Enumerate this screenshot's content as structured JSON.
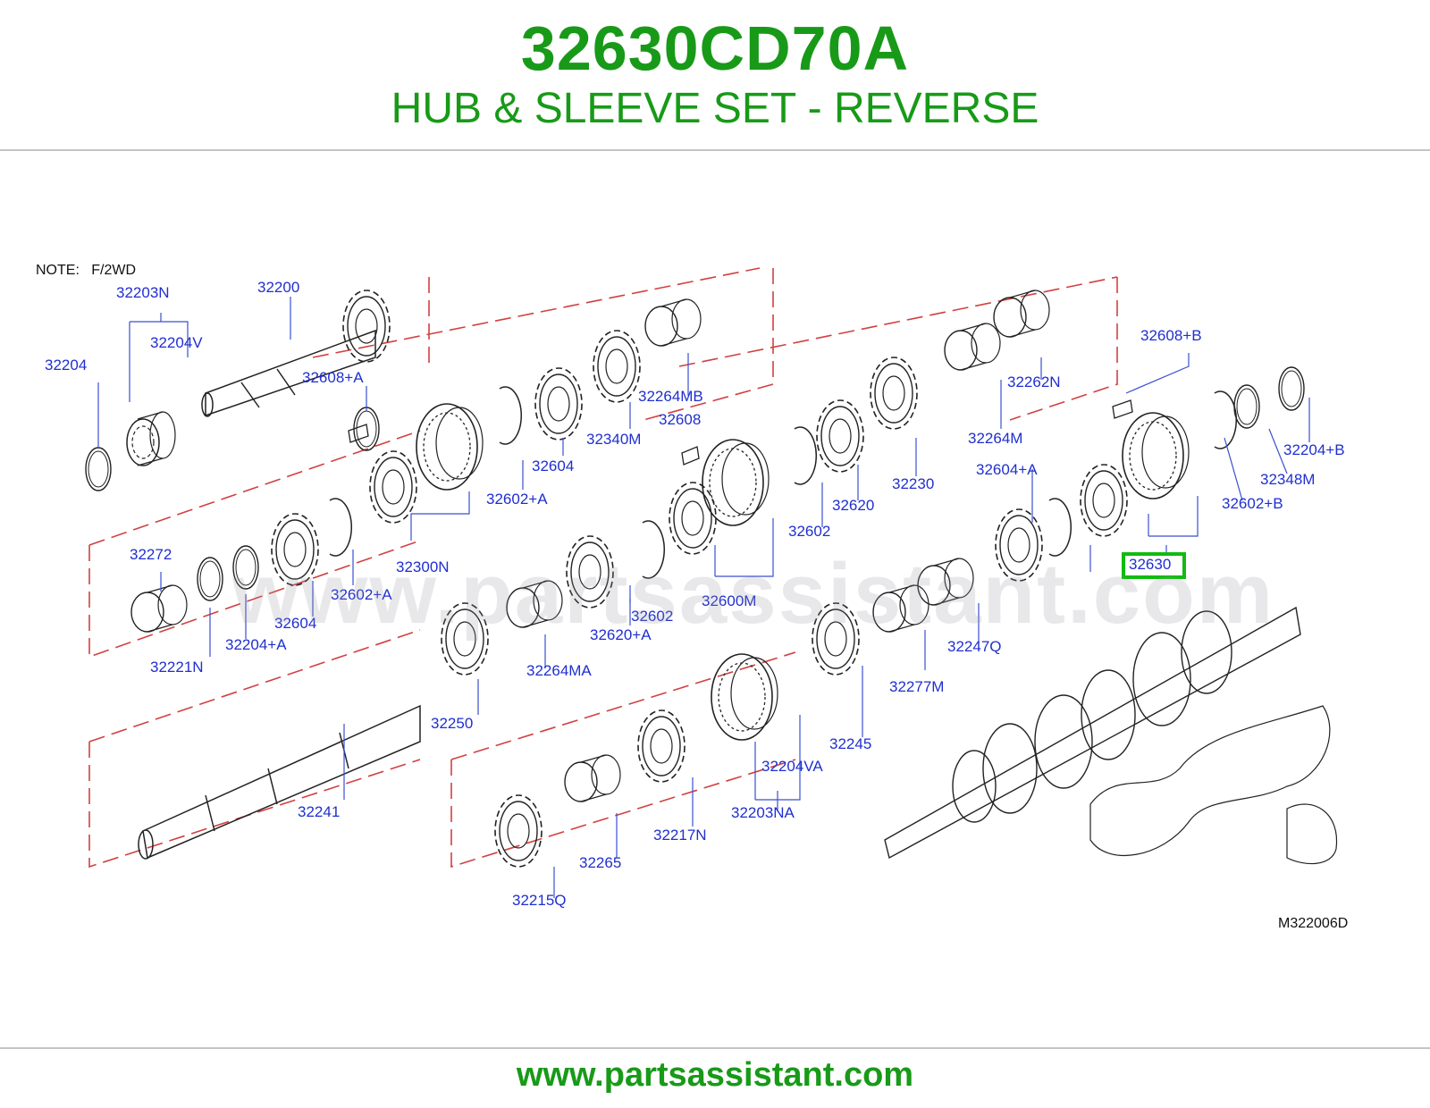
{
  "header": {
    "part_number": "32630CD70A",
    "part_title": "HUB & SLEEVE SET - REVERSE"
  },
  "diagram": {
    "note": "NOTE:   F/2WD",
    "diagram_code": "M322006D",
    "watermark": "www.partsassistant.com",
    "highlighted_part": "32630",
    "labels": [
      "32203N",
      "32200",
      "32204V",
      "32204",
      "32608+A",
      "32264MB",
      "32340M",
      "32608",
      "32604",
      "32602+A",
      "32272",
      "32602+A",
      "32604",
      "32300N",
      "32221N",
      "32204+A",
      "32262N",
      "32264M",
      "32230",
      "32620",
      "32602",
      "32600M",
      "32602",
      "32620+A",
      "32608+B",
      "32204+B",
      "32604+A",
      "32348M",
      "32602+B",
      "32630",
      "32247Q",
      "32277M",
      "32245",
      "32264MA",
      "32250",
      "32241",
      "32204VA",
      "32203NA",
      "32217N",
      "32265",
      "32215Q"
    ]
  },
  "footer": {
    "url": "www.partsassistant.com"
  },
  "colors": {
    "title_green": "#189a18",
    "label_blue": "#1f2fd0",
    "highlight_green": "#11bb11",
    "dash_red": "#d24040"
  }
}
